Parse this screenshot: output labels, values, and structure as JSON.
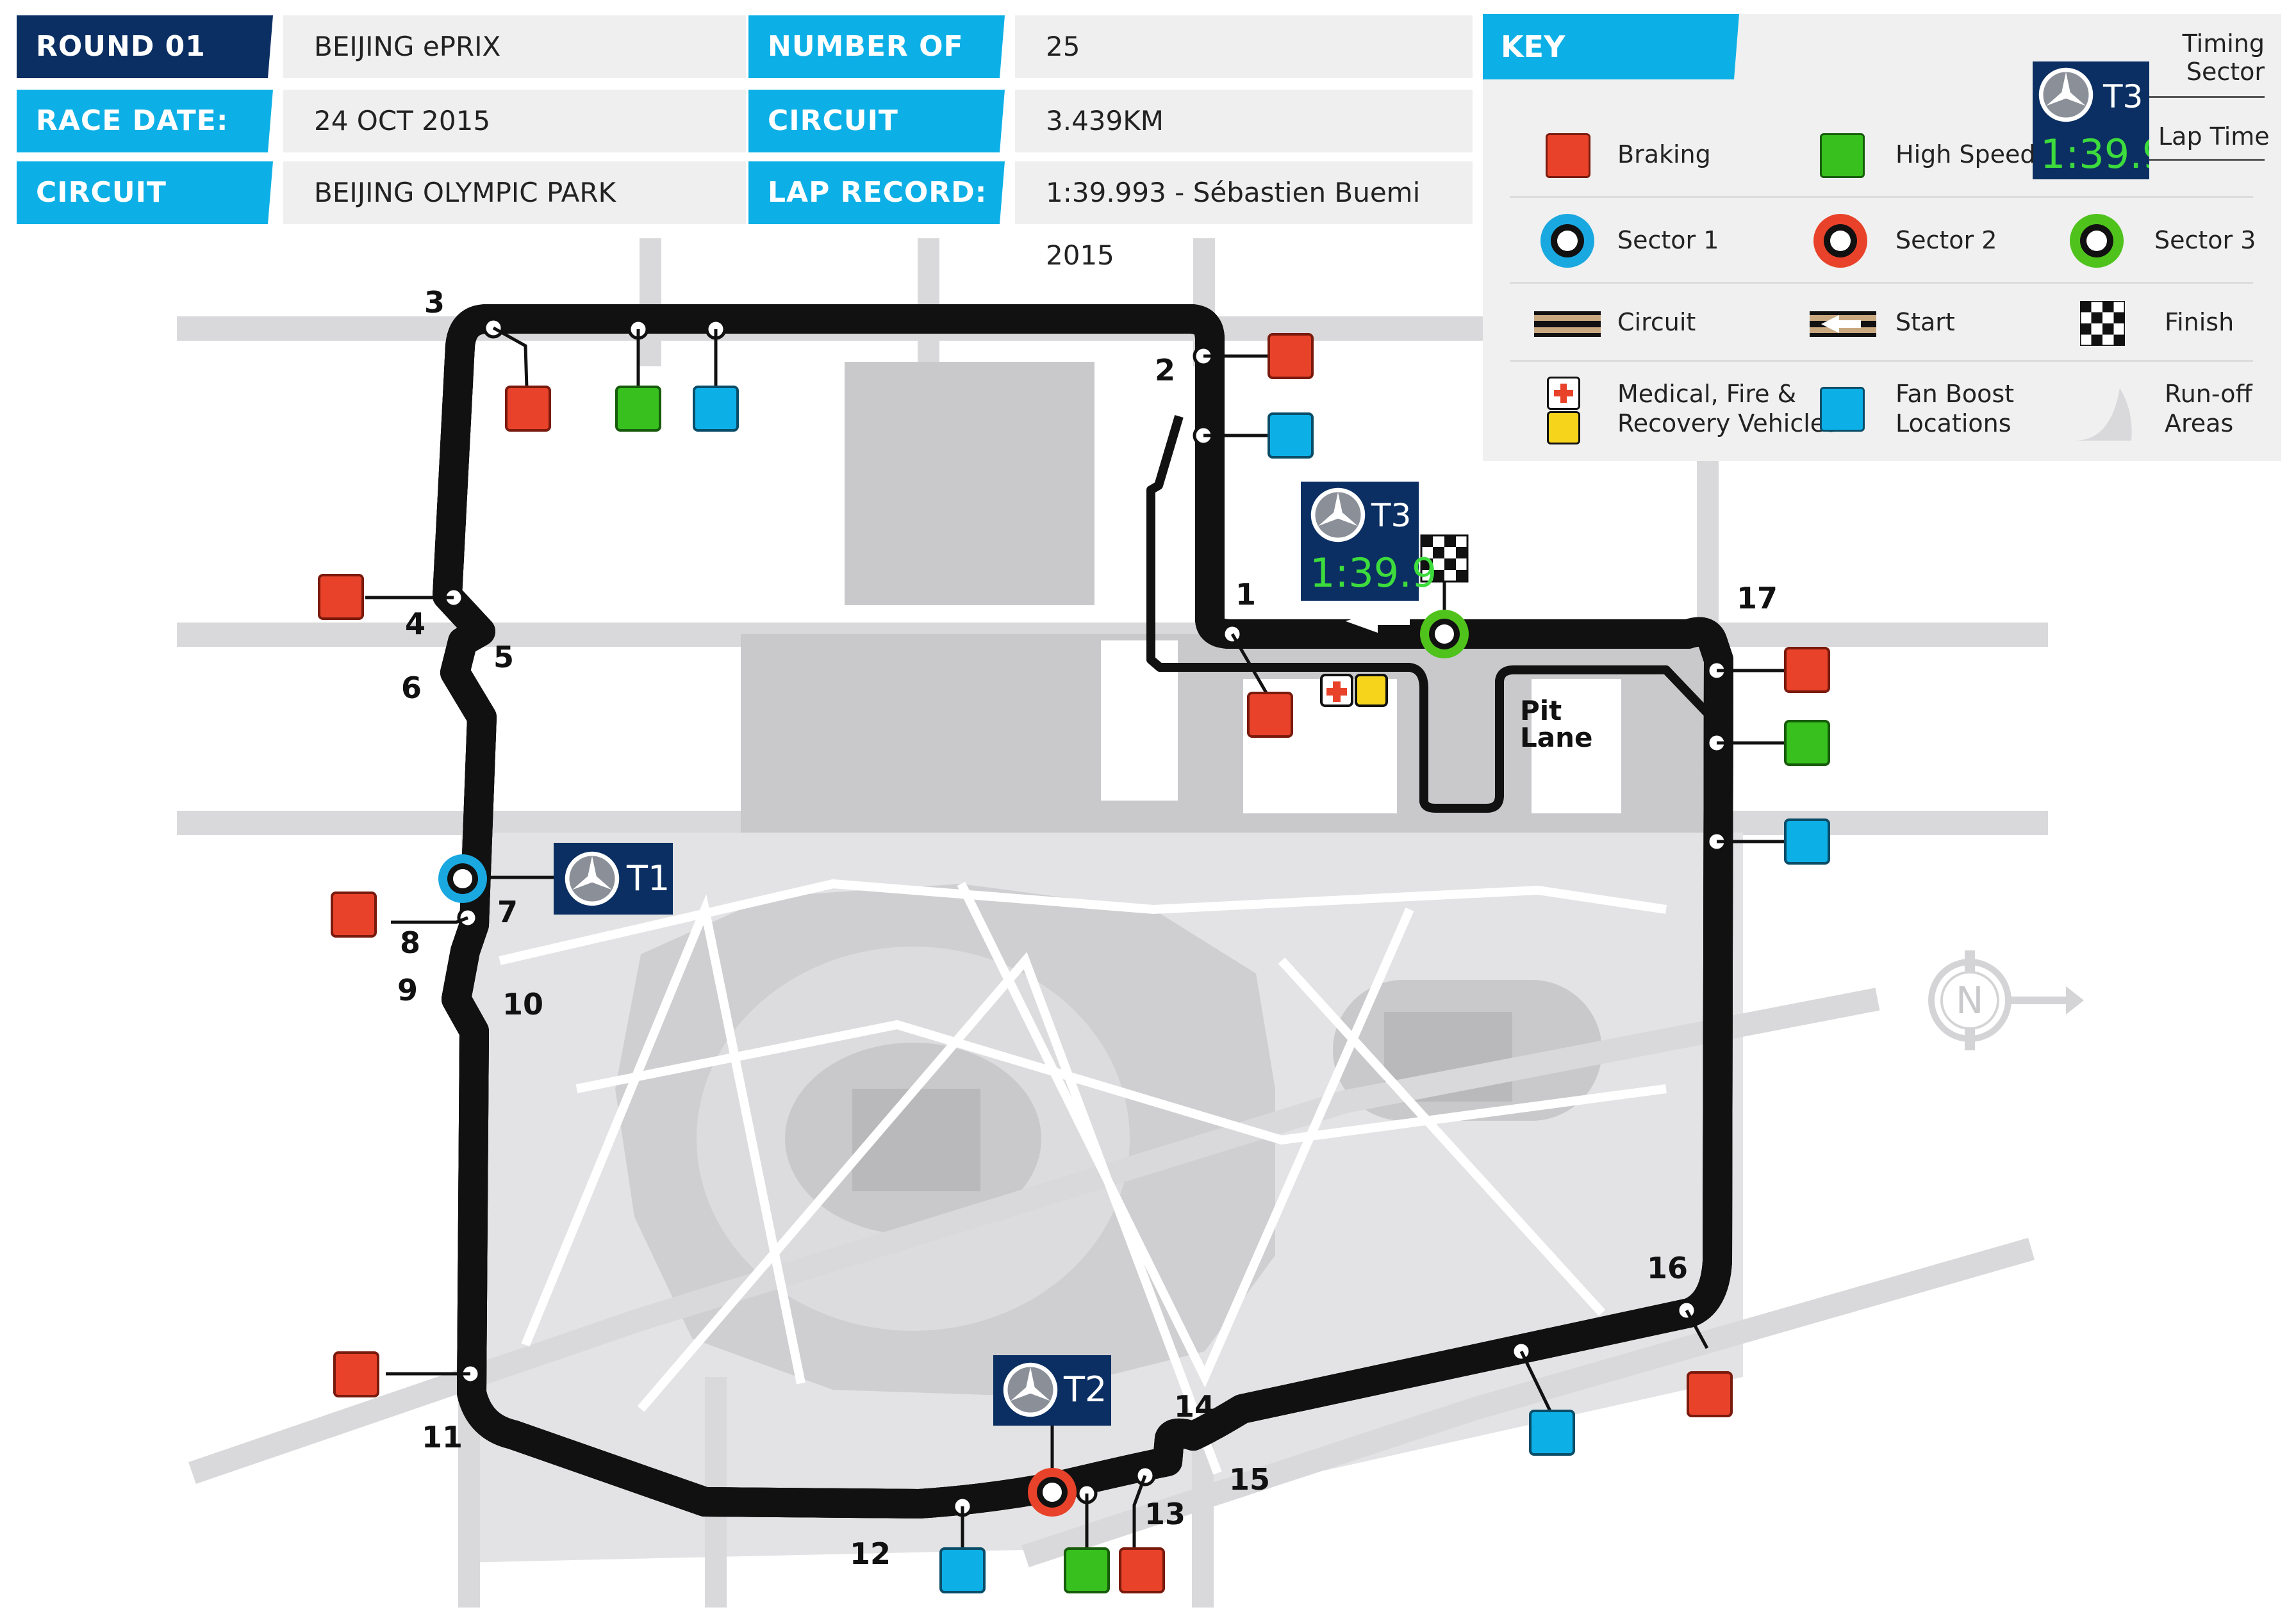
{
  "info": {
    "round_label": "ROUND 01",
    "round_value": "BEIJING ePRIX",
    "date_label": "RACE DATE:",
    "date_value": "24 OCT 2015",
    "circuit_label": "CIRCUIT NAME:",
    "circuit_value": "BEIJING OLYMPIC PARK",
    "laps_label": "NUMBER OF LAPS:",
    "laps_value": "25",
    "length_label": "CIRCUIT LENGTH:",
    "length_value": "3.439KM",
    "record_label": "LAP RECORD:",
    "record_value": "1:39.993 - Sébastien Buemi 2015"
  },
  "key": {
    "title": "KEY",
    "timing_sector": "Timing Sector",
    "timing_sector_l1": "Timing",
    "timing_sector_l2": "Sector",
    "lap_time": "Lap Time",
    "braking": "Braking",
    "high_speed": "High Speed",
    "sector1": "Sector 1",
    "sector2": "Sector 2",
    "sector3": "Sector 3",
    "circuit": "Circuit",
    "start": "Start",
    "finish": "Finish",
    "medical_l1": "Medical, Fire &",
    "medical_l2": "Recovery Vehicles",
    "fanboost_l1": "Fan Boost",
    "fanboost_l2": "Locations",
    "runoff_l1": "Run-off",
    "runoff_l2": "Areas"
  },
  "timing_boxes": {
    "t1": "T1",
    "t2": "T2",
    "t3": "T3",
    "lap_time_display": "1:39.9"
  },
  "map": {
    "pit_lane_l1": "Pit",
    "pit_lane_l2": "Lane",
    "compass": "N",
    "turns": [
      "1",
      "2",
      "3",
      "4",
      "5",
      "6",
      "7",
      "8",
      "9",
      "10",
      "11",
      "12",
      "13",
      "14",
      "15",
      "16",
      "17"
    ]
  },
  "colors": {
    "cyan": "#0db0e6",
    "navy": "#0b2f62",
    "braking": "#e8432a",
    "high_speed": "#38c01e",
    "fan_boost": "#0db0e6",
    "sector1": "#1aa8e0",
    "sector2": "#e8432a",
    "sector3": "#4fc21c",
    "track_edge": "#c9a880",
    "lcd_green": "#3ddc3d"
  },
  "icons": [
    "mercedes-logo-icon",
    "checkered-flag-icon",
    "medical-cross-icon",
    "compass-icon",
    "start-arrow-icon"
  ]
}
